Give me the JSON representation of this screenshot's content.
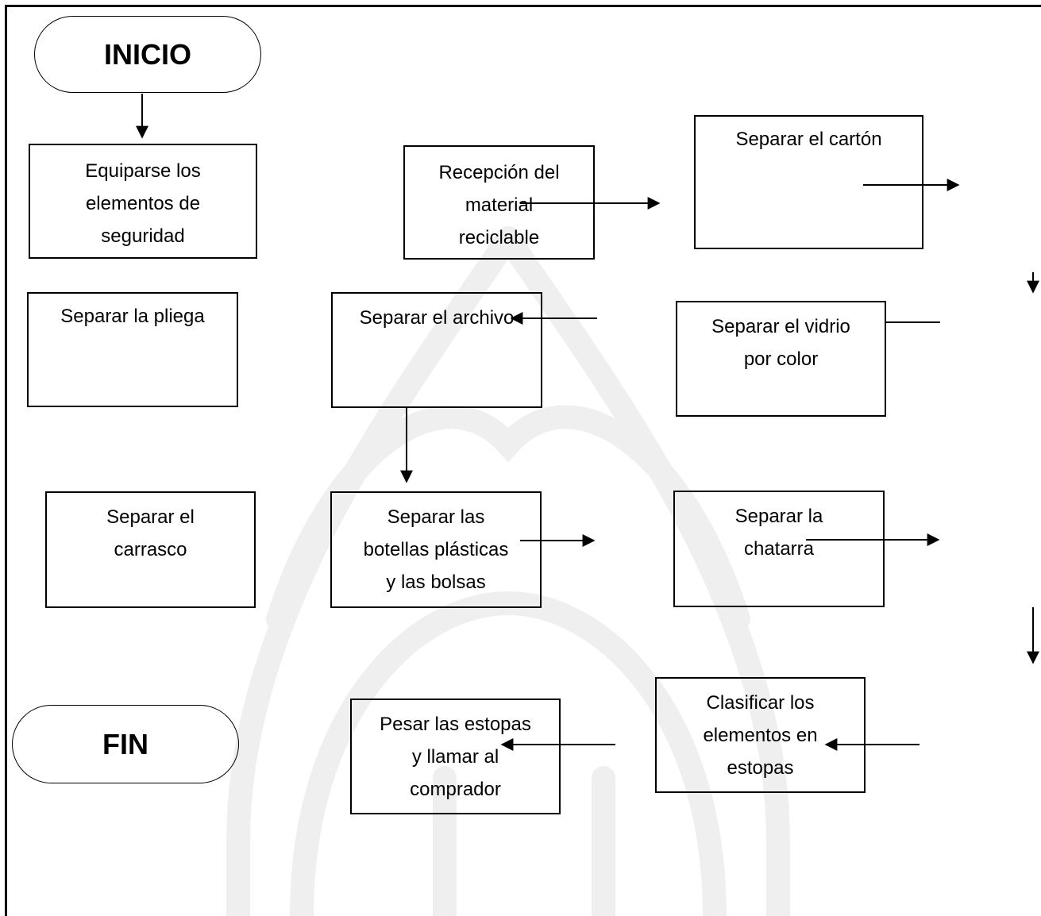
{
  "diagram": {
    "start": "INICIO",
    "end": "FIN",
    "steps": {
      "equipment": "Equiparse los elementos de seguridad",
      "reception": "Recepción del material reciclable",
      "cardboard": "Separar el cartón",
      "fold": "Separar la pliega",
      "archive": "Separar el archivo",
      "glass": "Separar el vidrio por color",
      "carrasco": "Separar el carrasco",
      "bottles": "Separar las botellas plásticas y las bolsas",
      "scrap": "Separar la chatarra",
      "classify": "Clasificar los elementos en estopas",
      "weigh": "Pesar las estopas y llamar al comprador"
    },
    "lines": {
      "equipment": [
        "Equiparse los",
        "elementos de",
        "seguridad"
      ],
      "reception": [
        "Recepción del",
        "material",
        "reciclable"
      ],
      "cardboard": [
        "Separar el cartón"
      ],
      "fold": [
        "Separar la pliega"
      ],
      "archive": [
        "Separar el archivo"
      ],
      "glass": [
        "Separar el vidrio",
        "por color"
      ],
      "carrasco": [
        "Separar el",
        "carrasco"
      ],
      "bottles": [
        "Separar las",
        "botellas plásticas",
        "y las bolsas"
      ],
      "scrap": [
        "Separar la",
        "chatarra"
      ],
      "classify": [
        "Clasificar los",
        "elementos en",
        "estopas"
      ],
      "weigh": [
        "Pesar las estopas",
        "y llamar al",
        "comprador"
      ]
    }
  }
}
